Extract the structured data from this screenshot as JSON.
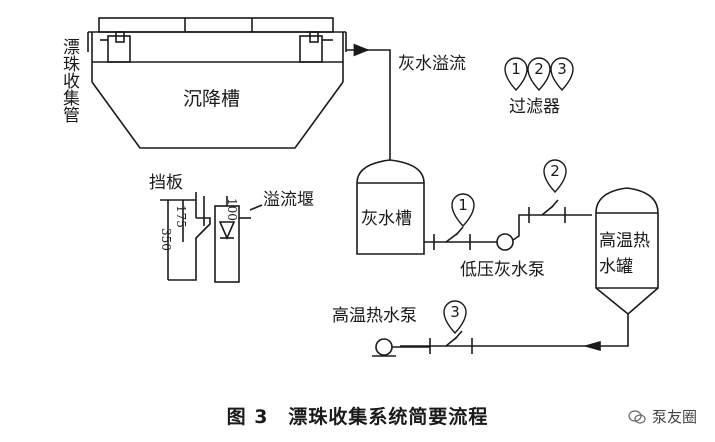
{
  "labels": {
    "collector_pipe": "漂珠收集管",
    "settling_tank": "沉降槽",
    "overflow_ash_water": "灰水溢流",
    "filters": "过滤器",
    "ash_water_tank": "灰水槽",
    "low_pressure_pump": "低压灰水泵",
    "hot_water_tank": "高温热水罐",
    "hot_water_pump": "高温热水泵",
    "baffle": "挡板",
    "weir": "溢流堰"
  },
  "filter_numbers": [
    "1",
    "2",
    "3"
  ],
  "filter_markers": [
    "1",
    "2",
    "3"
  ],
  "dimensions": {
    "d350": "350",
    "d175": "175",
    "d100": "100"
  },
  "caption": "图 3　漂珠收集系统简要流程",
  "watermark": "泵友圈"
}
